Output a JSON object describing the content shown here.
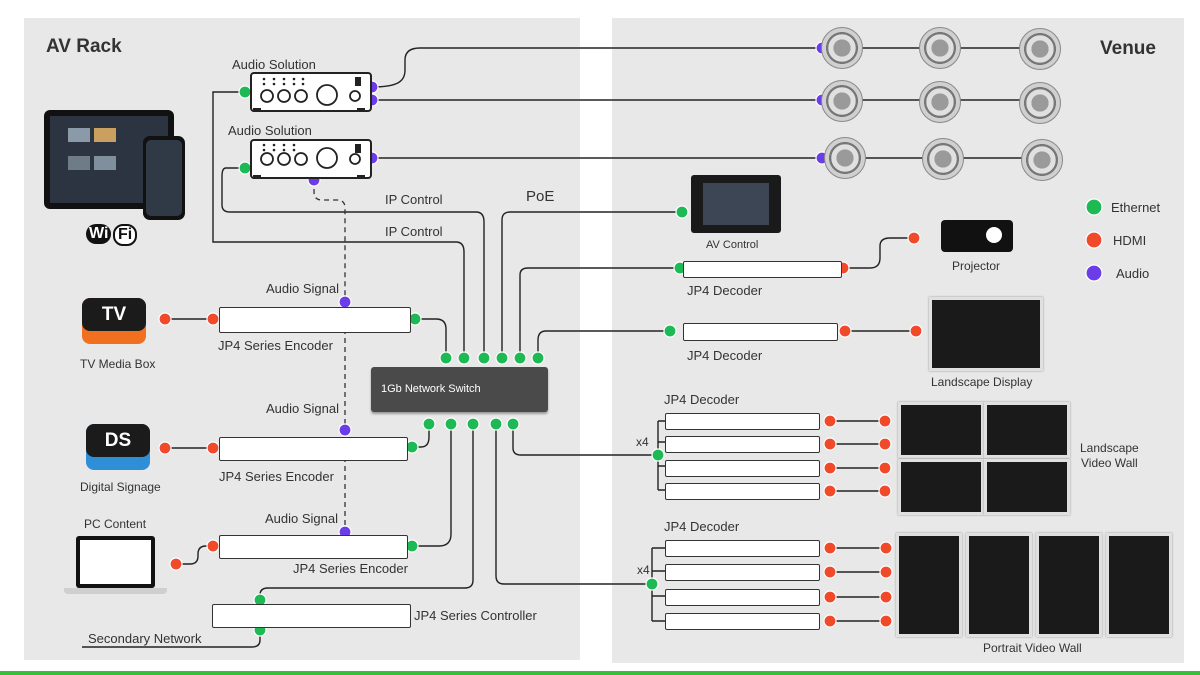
{
  "sections": {
    "left_title": "AV Rack",
    "right_title": "Venue"
  },
  "devices": {
    "audio_solution_1": "Audio Solution",
    "audio_solution_2": "Audio Solution",
    "tv_badge": "TV",
    "tv_label": "TV Media Box",
    "ds_badge": "DS",
    "ds_label": "Digital Signage",
    "pc_label": "PC Content",
    "encoder_1": "JP4 Series Encoder",
    "encoder_2": "JP4 Series Encoder",
    "encoder_3": "JP4 Series Encoder",
    "controller": "JP4 Series  Controller",
    "secondary_network": "Secondary Network",
    "switch": "1Gb Network Switch",
    "av_control": "AV Control",
    "projector": "Projector",
    "decoder_1": "JP4 Decoder",
    "decoder_2": "JP4 Decoder",
    "decoder_group_1": "JP4 Decoder",
    "decoder_group_2": "JP4 Decoder",
    "landscape_display": "Landscape Display",
    "landscape_wall": "Landscape\nVideo Wall",
    "portrait_wall": "Portrait Video Wall",
    "wifi_a": "Wi",
    "wifi_b": "Fi"
  },
  "signals": {
    "ip_control_1": "IP Control",
    "ip_control_2": "IP Control",
    "poe": "PoE",
    "audio_signal_1": "Audio Signal",
    "audio_signal_2": "Audio Signal",
    "audio_signal_3": "Audio Signal",
    "x4_a": "x4",
    "x4_b": "x4"
  },
  "legend": {
    "ethernet": "Ethernet",
    "hdmi": "HDMI",
    "audio": "Audio"
  },
  "colors": {
    "ethernet": "#1db954",
    "hdmi": "#f04a2a",
    "audio": "#6a3de8",
    "panel": "#e8e8e8",
    "accent_bar": "#36c03a"
  },
  "icons": [
    "tablet-icon",
    "phone-icon",
    "wifi-icon",
    "tv-icon",
    "ds-icon",
    "laptop-icon",
    "projector-icon",
    "speaker-icon",
    "monitor-icon"
  ]
}
